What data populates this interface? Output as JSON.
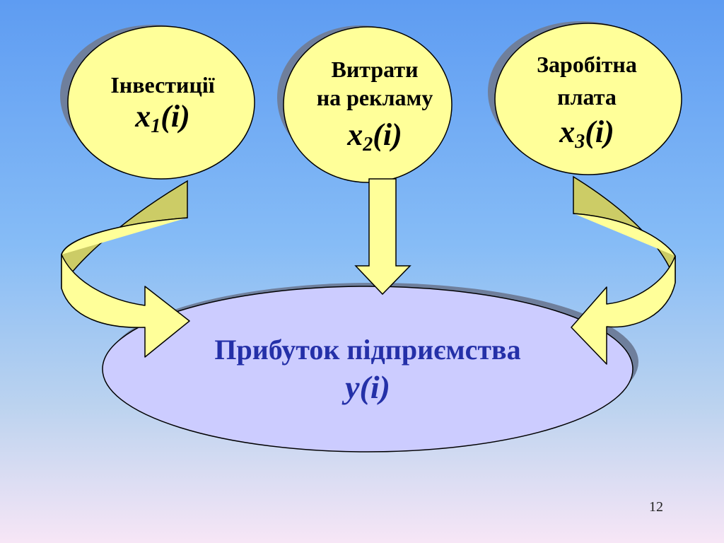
{
  "nodes": {
    "investment": {
      "label": "Інвестиції",
      "var": "x",
      "sub": "1",
      "arg": "(i)"
    },
    "advertising": {
      "label_line1": "Витрати",
      "label_line2": "на рекламу",
      "var": "x",
      "sub": "2",
      "arg": "(i)"
    },
    "salary": {
      "label_line1": "Заробітна",
      "label_line2": "плата",
      "var": "x",
      "sub": "3",
      "arg": "(i)"
    },
    "profit": {
      "label": "Прибуток підприємства",
      "formula": "y(i)"
    }
  },
  "page_number": "12",
  "colors": {
    "input_fill": "#ffff99",
    "profit_fill": "#ccccff",
    "profit_text": "#2430a8",
    "arrow_fill": "#ffff99",
    "arrow_side": "#cccc66",
    "shadow": "#6f7f9c"
  }
}
